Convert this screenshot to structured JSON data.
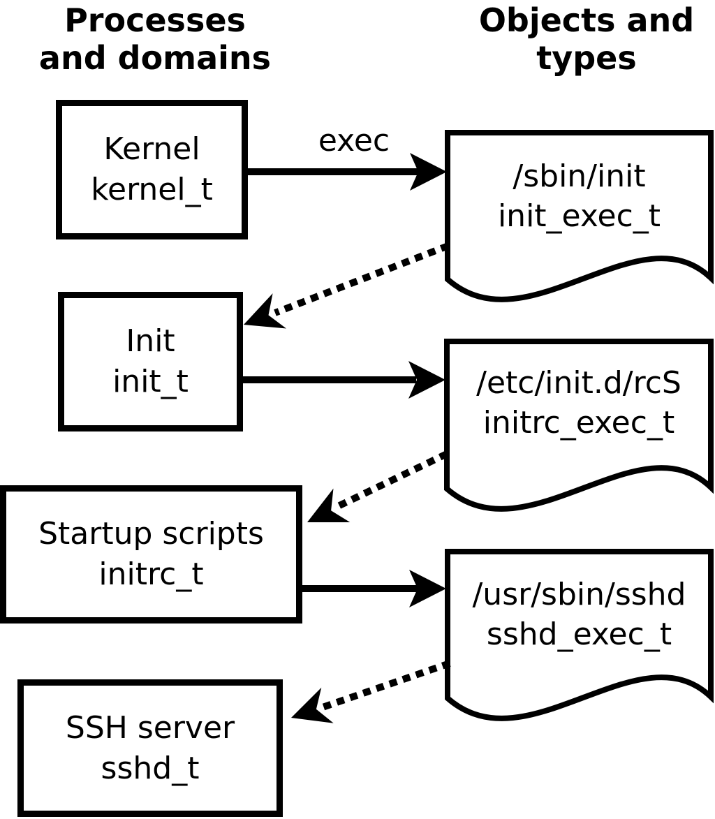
{
  "diagram": {
    "left_header": {
      "line1": "Processes",
      "line2": "and domains"
    },
    "right_header": {
      "line1": "Objects and",
      "line2": "types"
    },
    "exec_label": "exec",
    "processes": [
      {
        "name": "Kernel",
        "type": "kernel_t"
      },
      {
        "name": "Init",
        "type": "init_t"
      },
      {
        "name": "Startup scripts",
        "type": "initrc_t"
      },
      {
        "name": "SSH server",
        "type": "sshd_t"
      }
    ],
    "objects": [
      {
        "path": "/sbin/init",
        "type": "init_exec_t"
      },
      {
        "path": "/etc/init.d/rcS",
        "type": "initrc_exec_t"
      },
      {
        "path": "/usr/sbin/sshd",
        "type": "sshd_exec_t"
      }
    ],
    "colors": {
      "line": "#000000",
      "fill": "#ffffff"
    }
  }
}
